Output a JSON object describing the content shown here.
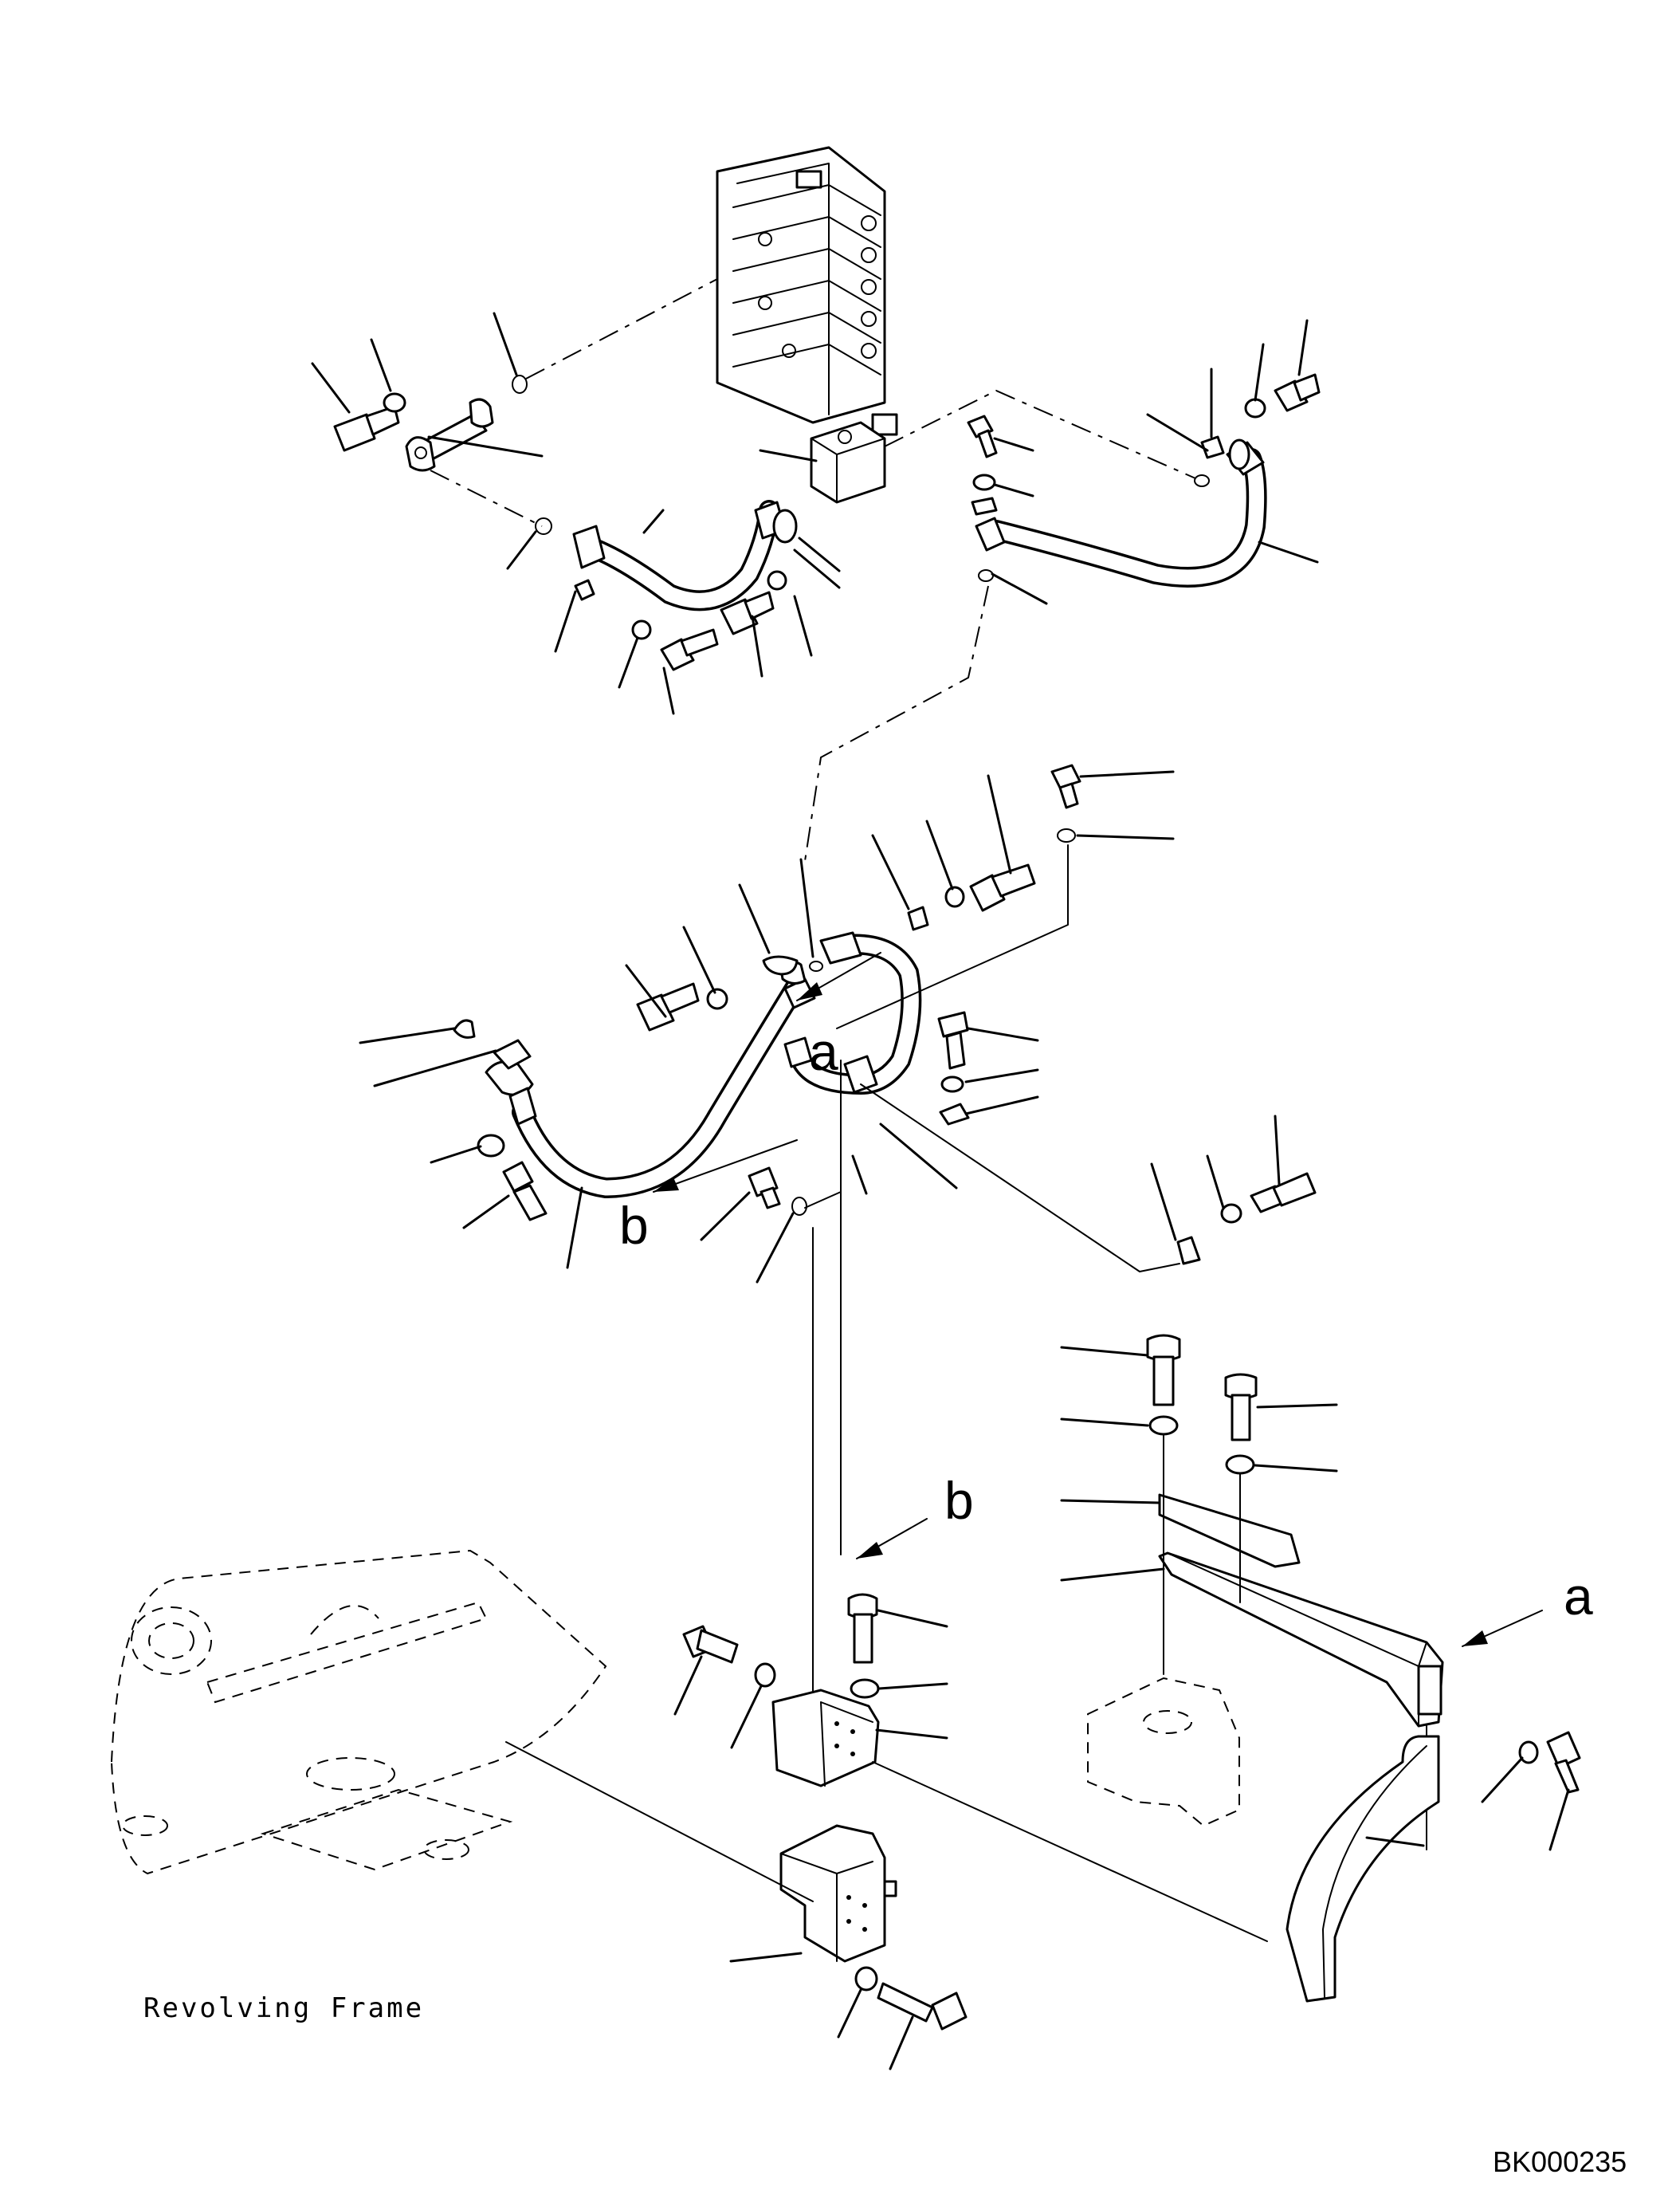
{
  "labels": {
    "view_a_arrow": "a",
    "view_b_arrow": "b",
    "view_b_detail": "b",
    "view_a_detail": "a",
    "frame_caption": "Revolving Frame",
    "drawing_code": "BK000235"
  }
}
